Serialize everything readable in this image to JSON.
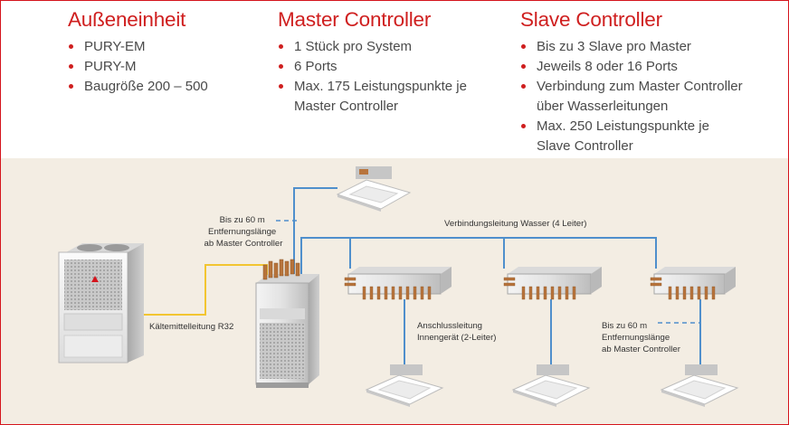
{
  "columns": [
    {
      "heading": "Außeneinheit",
      "items": [
        "PURY-EM",
        "PURY-M",
        "Baugröße 200 – 500"
      ]
    },
    {
      "heading": "Master Controller",
      "items": [
        "1 Stück pro System",
        "6 Ports",
        "Max. 175 Leistungspunkte je Master Controller"
      ]
    },
    {
      "heading": "Slave Controller",
      "items": [
        "Bis zu 3 Slave pro Master",
        "Jeweils 8 oder 16 Ports",
        "Verbindung zum Master Controller über Wasserleitungen",
        "Max. 250 Leistungspunkte je Slave Controller"
      ]
    }
  ],
  "diagram": {
    "label_distance_master": [
      "Bis zu 60 m",
      "Entfernungslänge",
      "ab Master Controller"
    ],
    "label_water_line": "Verbindungsleitung Wasser (4 Leiter)",
    "label_refrigerant": "Kältemittelleitung R32",
    "label_connection": [
      "Anschlussleitung",
      "Innengerät (2-Leiter)"
    ],
    "label_distance_slave": [
      "Bis zu 60 m",
      "Entfernungslänge",
      "ab Master Controller"
    ]
  },
  "colors": {
    "accent_red": "#cf1f1f",
    "water_line_blue": "#4f8fcc",
    "refrigerant_yellow": "#f2c531",
    "background_beige": "#f3ede3"
  }
}
